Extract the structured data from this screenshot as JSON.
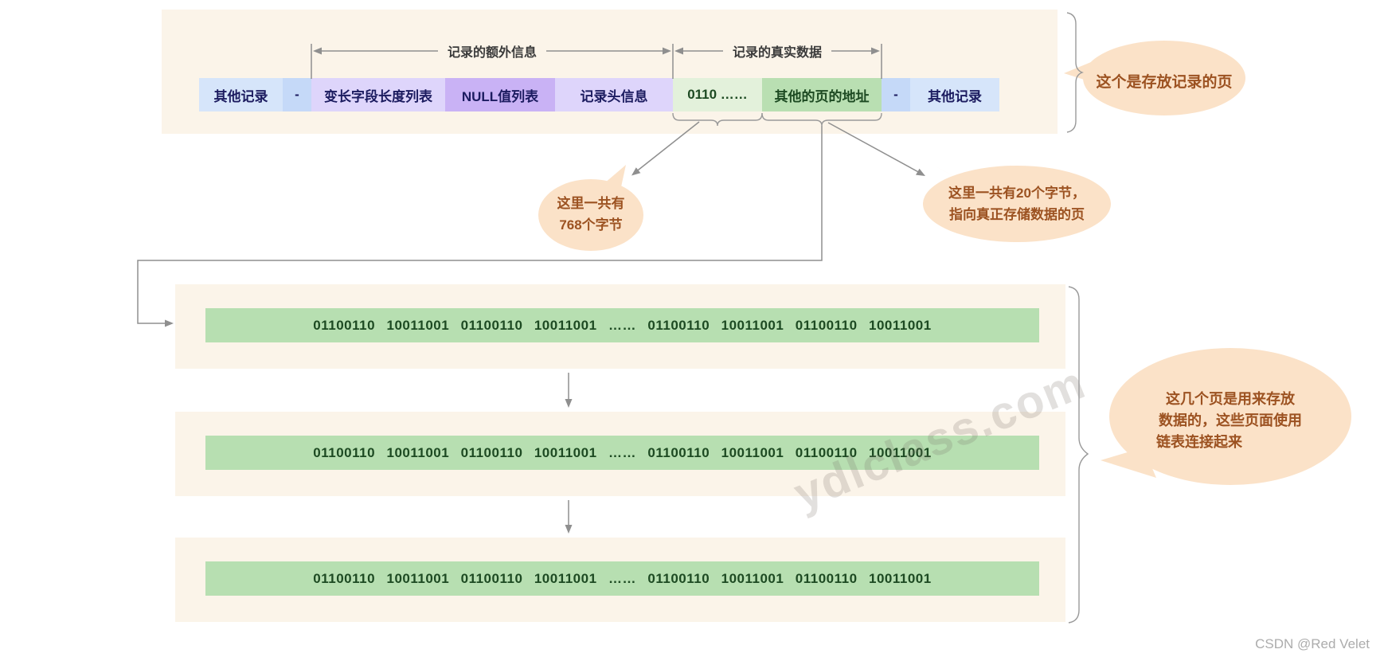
{
  "diagram": {
    "record_page": {
      "measure_labels": [
        "记录的额外信息",
        "记录的真实数据"
      ],
      "cells": [
        {
          "label": "其他记录"
        },
        {
          "label": "-"
        },
        {
          "label": "变长字段长度列表"
        },
        {
          "label": "NULL值列表"
        },
        {
          "label": "记录头信息"
        },
        {
          "label": "0110 ……"
        },
        {
          "label": "其他的页的地址"
        },
        {
          "label": "-"
        },
        {
          "label": "其他记录"
        }
      ]
    },
    "callouts": {
      "record_page_note": "这个是存放记录的页",
      "bytes_768": {
        "line1": "这里一共有",
        "line2": "768个字节"
      },
      "bytes_20": {
        "line1": "这里一共有20个字节，",
        "line2": "指向真正存储数据的页"
      },
      "data_pages_note": {
        "line1": "这几个页是用来存放",
        "line2": "数据的，这些页面使用",
        "line3": "链表连接起来"
      }
    },
    "data_pages": {
      "binary_line": "01100110  10011001  01100110  10011001  ……  01100110  10011001  01100110  10011001"
    },
    "watermark": "ydlclass.com",
    "credit": "CSDN @Red Velet",
    "colors": {
      "panel_bg": "#FBF4E9",
      "cell_blue": "#D6E5FA",
      "cell_blue_dark": "#C5D9F8",
      "cell_purple": "#DED5FB",
      "cell_purple_dark": "#C9B2F5",
      "cell_green_light": "#E3F1DB",
      "cell_green": "#B9DFB2",
      "data_bar_green": "#B7DFB1",
      "bubble_bg": "#FBE2C8",
      "bubble_text": "#9C5221",
      "connector_gray": "#8F8F8F",
      "cell_text_navy": "#1c1c60",
      "cell_text_green": "#1d4a22"
    }
  }
}
